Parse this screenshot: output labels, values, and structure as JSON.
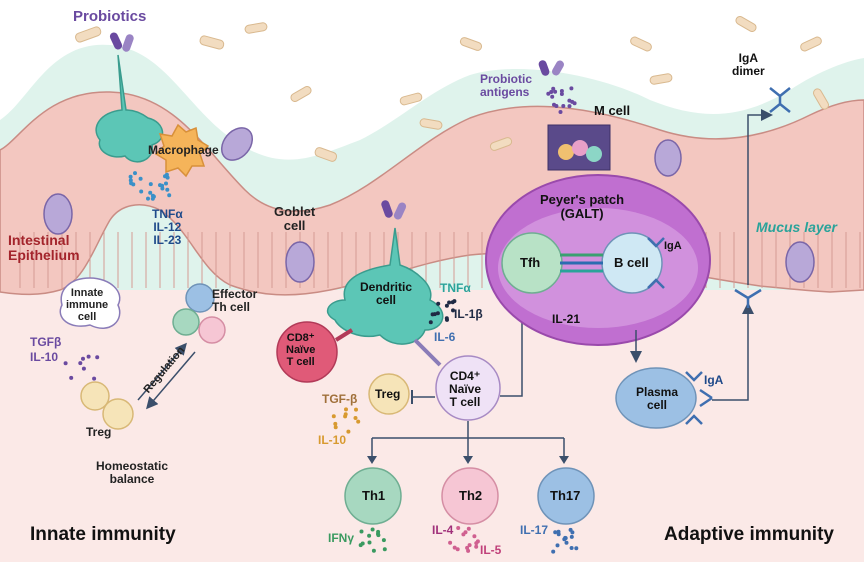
{
  "colors": {
    "mucus": "#dff3ec",
    "tissue": "#fbe9e7",
    "epithelium": "#f3c7c0",
    "epithelium_line": "#c98c84",
    "probiotic_purple": "#6a4aa0",
    "dendritic": "#5cc6b6",
    "macrophage": "#f5b45a",
    "peyers_patch": "#c06fd0",
    "plasma": "#9cc0e4",
    "accent_red": "#a3242b",
    "accent_blue": "#1f4a8a",
    "mucus_label": "#2aa39a",
    "arrow": "#3b4f6b"
  },
  "labels": {
    "probiotics": "Probiotics",
    "macrophage": "Macrophage",
    "mac_cytokines": [
      "TNFα",
      "IL-12",
      "IL-23"
    ],
    "intestinal_epithelium": [
      "Intestinal",
      "Epithelium"
    ],
    "goblet_cell": [
      "Goblet",
      "cell"
    ],
    "innate_immune_cell": [
      "Innate",
      "immune",
      "cell"
    ],
    "tgfb": "TGFβ",
    "il10": "IL-10",
    "effector_th_cell": [
      "Effector",
      "Th cell"
    ],
    "regulation": "Regulation",
    "treg_left": "Treg",
    "homeostatic_balance": [
      "Homeostatic",
      "balance"
    ],
    "innate_immunity": "Innate immunity",
    "dendritic_cell": [
      "Dendritic",
      "cell"
    ],
    "dc_tnfa": "TNFα",
    "dc_il1b": "IL-1β",
    "dc_il6": "IL-6",
    "cd8_naive": [
      "CD8⁺",
      "Naïve",
      "T cell"
    ],
    "treg_center": "Treg",
    "tgf_beta_center": "TGF-β",
    "il10_center": "IL-10",
    "cd4_naive": [
      "CD4⁺",
      "Naïve",
      "T cell"
    ],
    "th1": "Th1",
    "th2": "Th2",
    "th17": "Th17",
    "ifng": "IFNγ",
    "il4": "IL-4",
    "il5": "IL-5",
    "il17": "IL-17",
    "probiotic_antigens": [
      "Probiotic",
      "antigens"
    ],
    "m_cell": "M cell",
    "peyers_patch": [
      "Peyer's patch",
      "(GALT)"
    ],
    "tfh": "Tfh",
    "b_cell": "B cell",
    "iga_bcell": "IgA",
    "il21": "IL-21",
    "plasma_cell": [
      "Plasma",
      "cell"
    ],
    "iga_plasma": "IgA",
    "iga_dimer": [
      "IgA",
      "dimer"
    ],
    "mucus_layer": "Mucus layer",
    "adaptive_immunity": "Adaptive immunity"
  }
}
